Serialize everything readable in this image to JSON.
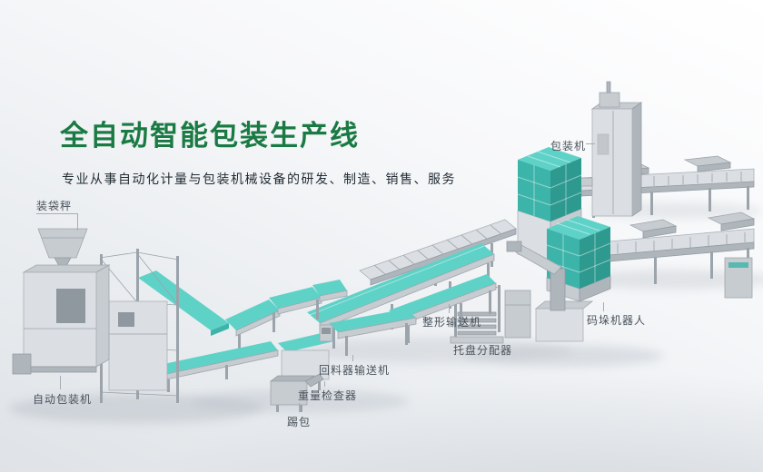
{
  "hero": {
    "title": "全自动智能包装生产线",
    "subtitle": "专业从事自动化计量与包装机械设备的研发、制造、销售、服务"
  },
  "labels": {
    "bagging_scale": "装袋秤",
    "packing_machine": "包装机",
    "auto_packing_machine": "自动包装机",
    "kick_bag": "踢包",
    "weight_checker": "重量检查器",
    "return_feeder_conveyor": "回料器输送机",
    "shaping_conveyor": "整形输送机",
    "pallet_dispenser": "托盘分配器",
    "palletizing_robot": "码垛机器人"
  },
  "colors": {
    "title_green": "#1a7a43",
    "belt_teal": "#5fd2c8",
    "machine_gray": "#c7ccd1",
    "label_text": "#49525b"
  }
}
